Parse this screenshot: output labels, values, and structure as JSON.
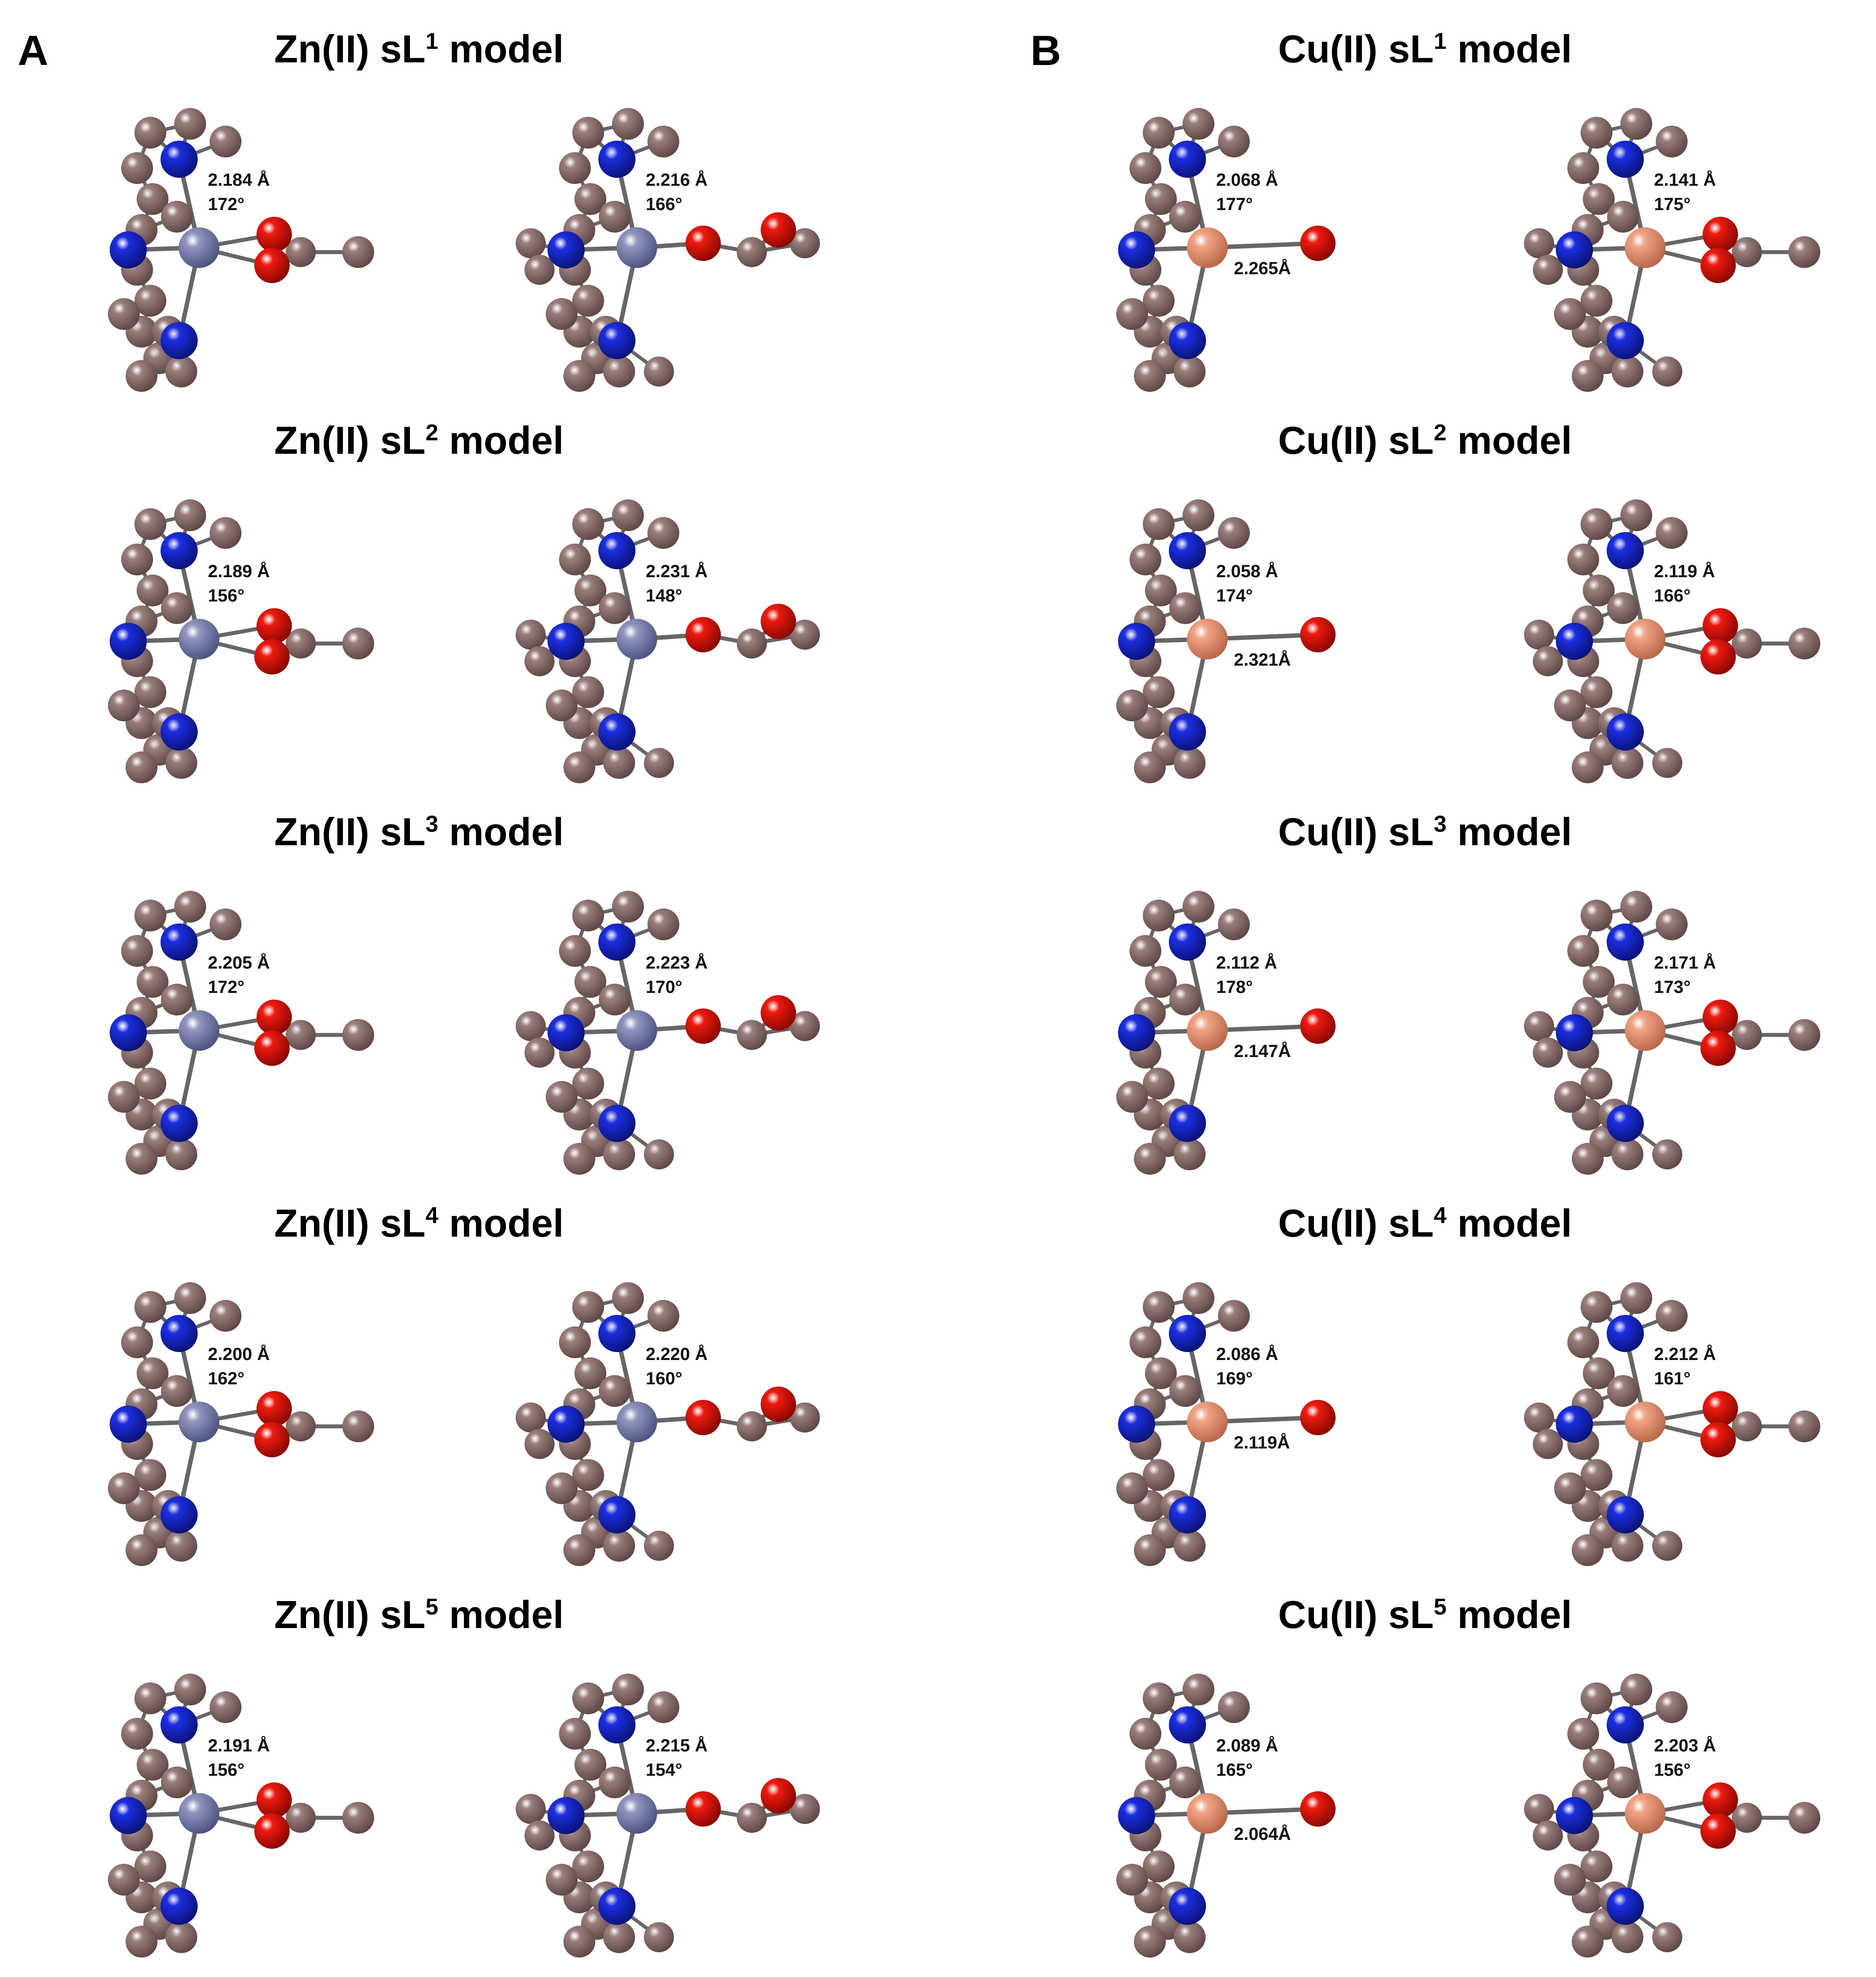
{
  "panels": [
    {
      "letter": "A",
      "metal": "Zn",
      "colors": {
        "metal": "#8f95be",
        "metal_dark": "#4e5482"
      },
      "rows": [
        {
          "title_prefix": "Zn(II) sL",
          "sup": "1",
          "title_suffix": " model",
          "structures": [
            {
              "bond": "2.184 Å",
              "angle": "172°",
              "dist": "",
              "variant": "bidentate"
            },
            {
              "bond": "2.216 Å",
              "angle": "166°",
              "dist": "",
              "variant": "mono"
            }
          ]
        },
        {
          "title_prefix": "Zn(II) sL",
          "sup": "2",
          "title_suffix": " model",
          "structures": [
            {
              "bond": "2.189 Å",
              "angle": "156°",
              "dist": "",
              "variant": "bidentate"
            },
            {
              "bond": "2.231 Å",
              "angle": "148°",
              "dist": "",
              "variant": "mono"
            }
          ]
        },
        {
          "title_prefix": "Zn(II) sL",
          "sup": "3",
          "title_suffix": " model",
          "structures": [
            {
              "bond": "2.205 Å",
              "angle": "172°",
              "dist": "",
              "variant": "bidentate"
            },
            {
              "bond": "2.223 Å",
              "angle": "170°",
              "dist": "",
              "variant": "mono"
            }
          ]
        },
        {
          "title_prefix": "Zn(II) sL",
          "sup": "4",
          "title_suffix": " model",
          "structures": [
            {
              "bond": "2.200 Å",
              "angle": "162°",
              "dist": "",
              "variant": "bidentate"
            },
            {
              "bond": "2.220 Å",
              "angle": "160°",
              "dist": "",
              "variant": "mono"
            }
          ]
        },
        {
          "title_prefix": "Zn(II) sL",
          "sup": "5",
          "title_suffix": " model",
          "structures": [
            {
              "bond": "2.191 Å",
              "angle": "156°",
              "dist": "",
              "variant": "bidentate"
            },
            {
              "bond": "2.215 Å",
              "angle": "154°",
              "dist": "",
              "variant": "mono"
            }
          ]
        }
      ]
    },
    {
      "letter": "B",
      "metal": "Cu",
      "colors": {
        "metal": "#f0a383",
        "metal_dark": "#b8694c"
      },
      "rows": [
        {
          "title_prefix": "Cu(II) sL",
          "sup": "1",
          "title_suffix": " model",
          "structures": [
            {
              "bond": "2.068 Å",
              "angle": "177°",
              "dist": "2.265Å",
              "variant": "water"
            },
            {
              "bond": "2.141 Å",
              "angle": "175°",
              "dist": "",
              "variant": "bidentate"
            }
          ]
        },
        {
          "title_prefix": "Cu(II) sL",
          "sup": "2",
          "title_suffix": " model",
          "structures": [
            {
              "bond": "2.058 Å",
              "angle": "174°",
              "dist": "2.321Å",
              "variant": "water"
            },
            {
              "bond": "2.119 Å",
              "angle": "166°",
              "dist": "",
              "variant": "bidentate"
            }
          ]
        },
        {
          "title_prefix": "Cu(II) sL",
          "sup": "3",
          "title_suffix": " model",
          "structures": [
            {
              "bond": "2.112 Å",
              "angle": "178°",
              "dist": "2.147Å",
              "variant": "water"
            },
            {
              "bond": "2.171 Å",
              "angle": "173°",
              "dist": "",
              "variant": "bidentate"
            }
          ]
        },
        {
          "title_prefix": "Cu(II) sL",
          "sup": "4",
          "title_suffix": " model",
          "structures": [
            {
              "bond": "2.086 Å",
              "angle": "169°",
              "dist": "2.119Å",
              "variant": "water"
            },
            {
              "bond": "2.212 Å",
              "angle": "161°",
              "dist": "",
              "variant": "bidentate"
            }
          ]
        },
        {
          "title_prefix": "Cu(II) sL",
          "sup": "5",
          "title_suffix": " model",
          "structures": [
            {
              "bond": "2.089 Å",
              "angle": "165°",
              "dist": "2.064Å",
              "variant": "water"
            },
            {
              "bond": "2.203 Å",
              "angle": "156°",
              "dist": "",
              "variant": "bidentate"
            }
          ]
        }
      ]
    }
  ],
  "atom_colors": {
    "carbon": "#9a7f7c",
    "carbon_dark": "#5e4846",
    "nitrogen": "#1c2ee0",
    "nitrogen_dark": "#0a137a",
    "oxygen": "#ee1a10",
    "oxygen_dark": "#8a0800",
    "bond": "#666666"
  }
}
